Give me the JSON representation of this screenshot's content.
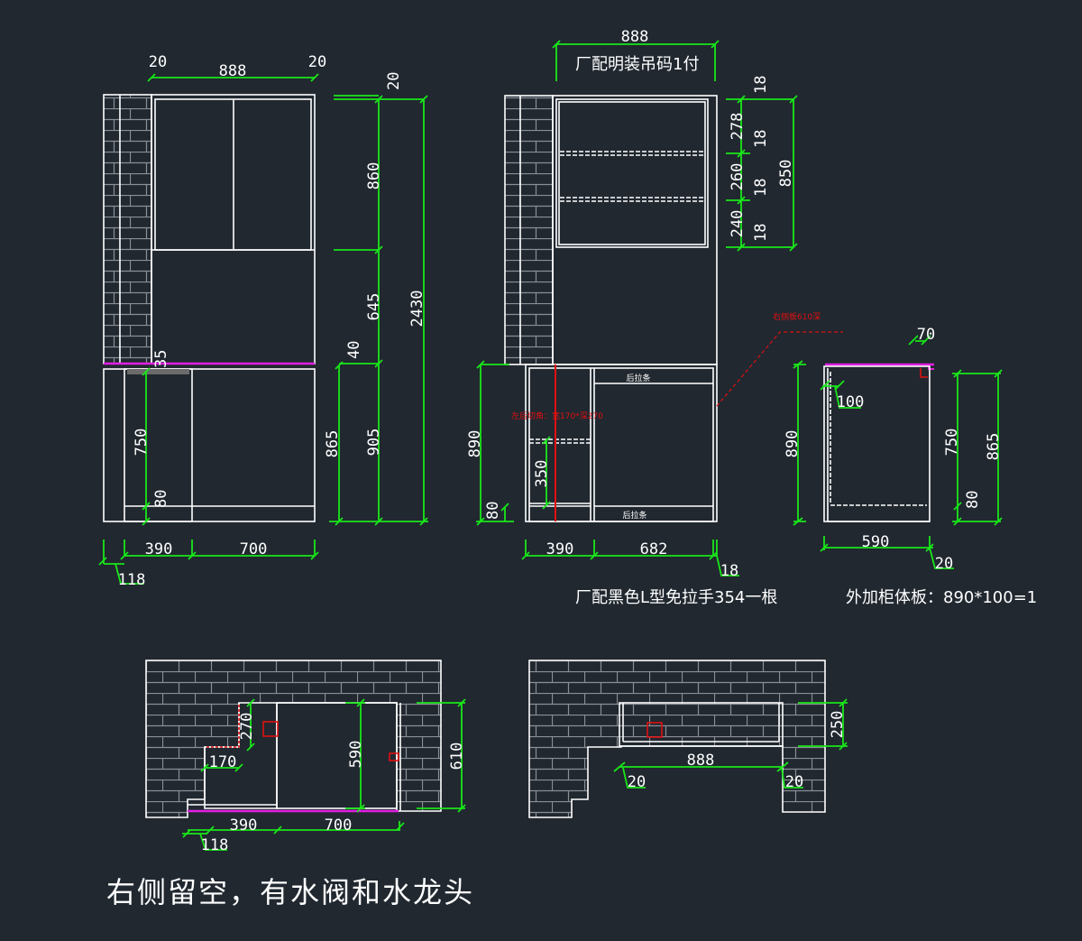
{
  "colors": {
    "background": "#212830",
    "line": "#ffffff",
    "dimension": "#19e619",
    "countertop": "#e21ee2",
    "annotation_red": "#e01010",
    "brick": "#8a8f96"
  },
  "front_view_left": {
    "dims": {
      "top_left_gap": "20",
      "top_width": "888",
      "top_right_gap": "20",
      "top_offset": "20",
      "upper_height": "860",
      "middle_height": "645",
      "total_height": "2430",
      "counter_thickness": "40",
      "lower_height_865": "865",
      "lower_height_905": "905",
      "top_35": "35",
      "inner_750": "750",
      "plinth_80": "80",
      "bottom_118": "118",
      "bottom_390": "390",
      "bottom_700": "700"
    }
  },
  "front_view_right": {
    "hanger_note": "厂配明装吊码1付",
    "dims": {
      "top_width": "888",
      "shelf_278": "278",
      "shelf_260": "260",
      "shelf_240": "240",
      "board_18_a": "18",
      "board_18_b": "18",
      "board_18_c": "18",
      "board_18_d": "18",
      "upper_total": "850",
      "lower_height": "890",
      "plinth_80": "80",
      "inner_350": "350",
      "bottom_390": "390",
      "bottom_682": "682",
      "bottom_18": "18"
    },
    "labels": {
      "top_rail": "后拉条",
      "bottom_rail": "后拉条",
      "red_cut_note": "左后切角：宽170*深270",
      "red_side_note": "右侧板610深"
    }
  },
  "side_view": {
    "dims": {
      "top_70": "70",
      "inner_100": "100",
      "height_890": "890",
      "height_750": "750",
      "height_865": "865",
      "plinth_80": "80",
      "depth_590": "590",
      "back_20": "20"
    }
  },
  "notes": {
    "handle": "厂配黑色L型免拉手354一根",
    "extra_panel": "外加柜体板：890*100=1"
  },
  "plan_lower": {
    "dims": {
      "notch_270": "270",
      "notch_170": "170",
      "depth_590": "590",
      "depth_610": "610",
      "width_390": "390",
      "width_700": "700",
      "offset_118": "118"
    }
  },
  "plan_upper": {
    "dims": {
      "depth_250": "250",
      "width_888": "888",
      "left_20": "20",
      "right_20": "20"
    }
  },
  "footer_note": "右侧留空，有水阀和水龙头"
}
